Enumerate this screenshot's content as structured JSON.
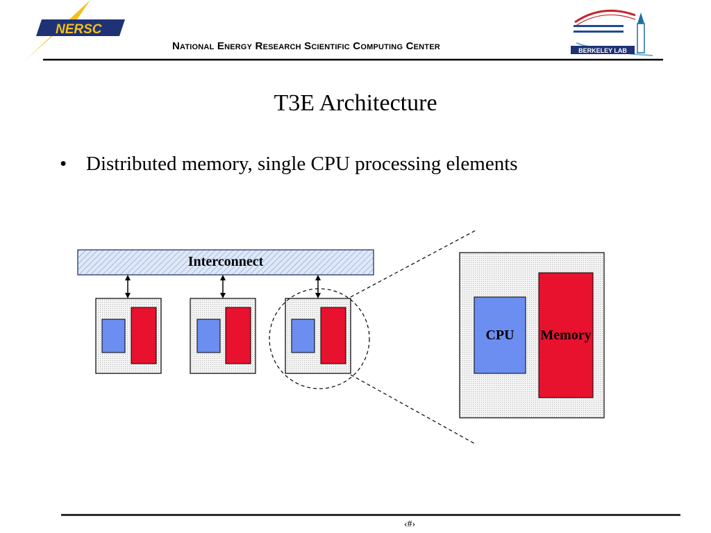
{
  "header": {
    "org_name": "National Energy Research Scientific Computing Center",
    "left_logo_text": "NERSC",
    "right_logo_text": "BERKELEY LAB"
  },
  "slide": {
    "title": "T3E Architecture",
    "bullets": [
      "Distributed memory, single CPU processing elements"
    ]
  },
  "diagram": {
    "interconnect_label": "Interconnect",
    "cpu_label": "CPU",
    "memory_label": "Memory",
    "colors": {
      "cpu": "#6b8ef0",
      "memory": "#e8122e",
      "interconnect": "#cfdcf2",
      "node_bg": "#efefef"
    }
  },
  "footer": {
    "page_number": "‹#›"
  }
}
